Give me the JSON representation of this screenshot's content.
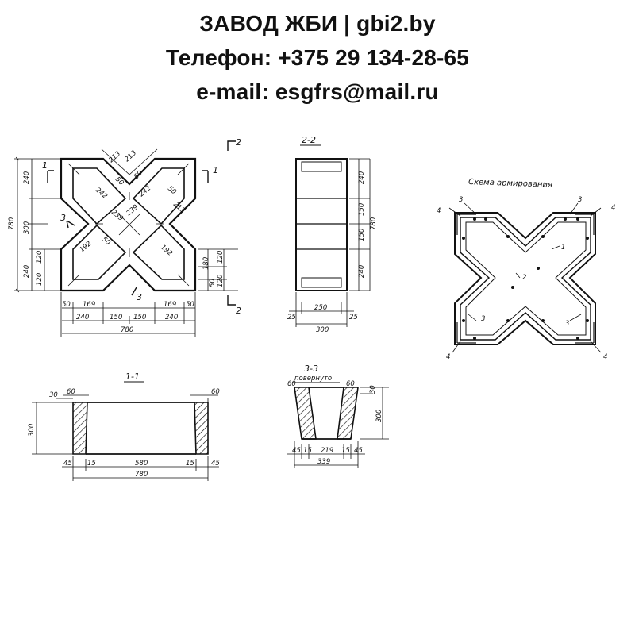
{
  "header": {
    "line1": "ЗАВОД ЖБИ | gbi2.by",
    "line2": "Телефон: +375 29 134-28-65",
    "line3": "e-mail: esgfrs@mail.ru"
  },
  "section_titles": {
    "sec22": "2-2",
    "sec11": "1-1",
    "sec33": "3-3",
    "sec33_sub": "повернуто",
    "reinf": "Схема армирования"
  },
  "section_marks": {
    "m1": "1",
    "m2": "2",
    "m3": "3"
  },
  "plan_dims": {
    "left_total": "780",
    "left_240a": "240",
    "left_300": "300",
    "left_240b": "240",
    "left_120a": "120",
    "left_120b": "120",
    "top_213a": "213",
    "top_213b": "213",
    "top_50a": "50",
    "top_50b": "50",
    "d242a": "242",
    "d242b": "242",
    "d239a": "239",
    "d239b": "239",
    "d213r": "213",
    "d192a": "192",
    "d192b": "192",
    "d50c": "50",
    "d50d": "50",
    "r180": "180",
    "r120a": "120",
    "r120b": "120",
    "r50": "50",
    "b50a": "50",
    "b169a": "169",
    "b169b": "169",
    "b50b": "50",
    "b240a": "240",
    "b150a": "150",
    "b150b": "150",
    "b240b": "240",
    "b780": "780"
  },
  "sec22_dims": {
    "r240a": "240",
    "r150a": "150",
    "r150b": "150",
    "r240b": "240",
    "r780": "780",
    "b25a": "25",
    "b250": "250",
    "b25b": "25",
    "b300": "300"
  },
  "sec11_dims": {
    "t30": "30",
    "t60a": "60",
    "t60b": "60",
    "l300": "300",
    "b45a": "45",
    "b15a": "15",
    "b580": "580",
    "b15b": "15",
    "b45b": "45",
    "b780": "780"
  },
  "sec33_dims": {
    "t60a": "60",
    "t60b": "60",
    "r30": "30",
    "r300": "300",
    "b45a": "45",
    "b15a": "15",
    "b219": "219",
    "b15b": "15",
    "b45b": "45",
    "b339": "339"
  },
  "reinf_labels": {
    "p1": "1",
    "p2": "2",
    "p3a": "3",
    "p3b": "3",
    "p3c": "3",
    "p3d": "3",
    "p4a": "4",
    "p4b": "4",
    "p4c": "4",
    "p4d": "4"
  },
  "colors": {
    "ink": "#111111",
    "background": "#ffffff"
  }
}
